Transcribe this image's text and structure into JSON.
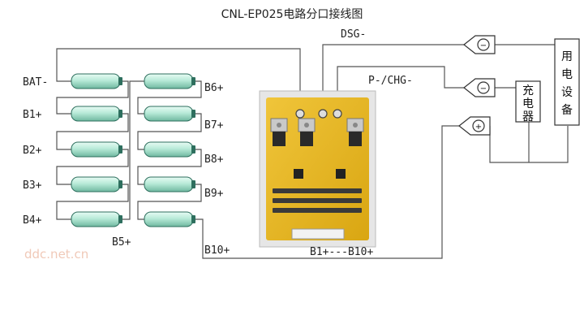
{
  "title": "CNL-EP025电路分口接线图",
  "terminals": {
    "dsg": "DSG-",
    "p_chg": "P-/CHG-",
    "b_range": "B1+---B10+"
  },
  "cell_labels": {
    "bat": "BAT-",
    "b1": "B1+",
    "b2": "B2+",
    "b3": "B3+",
    "b4": "B4+",
    "b5": "B5+",
    "b6": "B6+",
    "b7": "B7+",
    "b8": "B8+",
    "b9": "B9+",
    "b10": "B10+"
  },
  "devices": {
    "load": [
      "用",
      "电",
      "设",
      "备"
    ],
    "charger": [
      "充",
      "电",
      "器"
    ]
  },
  "connectors": {
    "minus_symbol": "−",
    "plus_symbol": "+"
  },
  "watermark": "ddc.net.cn",
  "colors": {
    "wire": "#555555",
    "cell_body": "#b8ead8",
    "cell_edge": "#2e6f5e",
    "pcb": "#e7b81e",
    "pcb_frame": "#d9d9d9"
  }
}
